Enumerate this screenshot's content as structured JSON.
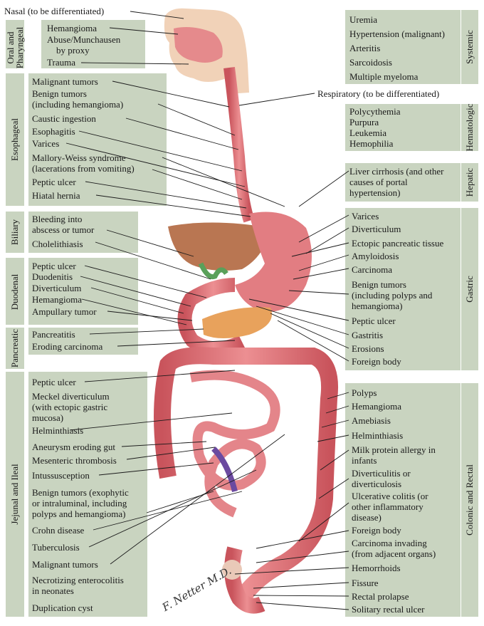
{
  "colors": {
    "panel": "#c9d4c0",
    "gut": "#e0747a",
    "gut_dark": "#b8454d",
    "liver": "#b97652",
    "text": "#1a1a1a"
  },
  "top_label": "Nasal (to be differentiated)",
  "respiratory_label": "Respiratory (to be differentiated)",
  "groups_left": [
    {
      "heading": "Oral and\nPharyngeal",
      "items": [
        "Hemangioma",
        "Abuse/Munchausen\n    by proxy",
        "Trauma"
      ]
    },
    {
      "heading": "Esophageal",
      "items": [
        "Malignant tumors",
        "Benign tumors\n(including hemangioma)",
        "Caustic ingestion",
        "Esophagitis",
        "Varices",
        "Mallory-Weiss syndrome\n(lacerations from vomiting)",
        "Peptic ulcer",
        "Hiatal hernia"
      ]
    },
    {
      "heading": "Biliary",
      "items": [
        "Bleeding into\nabscess or tumor",
        "Cholelithiasis"
      ]
    },
    {
      "heading": "Duodenal",
      "items": [
        "Peptic ulcer",
        "Duodenitis",
        "Diverticulum",
        "Hemangioma",
        "Ampullary tumor"
      ]
    },
    {
      "heading": "Pancreatic",
      "items": [
        "Pancreatitis",
        "Eroding carcinoma"
      ]
    },
    {
      "heading": "Jejunal and Ileal",
      "items": [
        "Peptic ulcer",
        "Meckel diverticulum\n(with ectopic gastric\nmucosa)",
        "Helminthiasis",
        "Aneurysm eroding gut",
        "Mesenteric thrombosis",
        "Intussusception",
        "Benign tumors (exophytic\nor intraluminal, including\npolyps and hemangioma)",
        "Crohn disease",
        "Tuberculosis",
        "Malignant tumors",
        "Necrotizing enterocolitis\nin neonates",
        "Duplication cyst"
      ]
    }
  ],
  "groups_right": [
    {
      "heading": "Systemic",
      "items": [
        "Uremia",
        "Hypertension (malignant)",
        "Arteritis",
        "Sarcoidosis",
        "Multiple myeloma"
      ]
    },
    {
      "heading": "Hematologic",
      "items": [
        "Polycythemia",
        "Purpura",
        "Leukemia",
        "Hemophilia"
      ]
    },
    {
      "heading": "Hepatic",
      "items": [
        "Liver cirrhosis (and other\ncauses of portal\nhypertension)"
      ]
    },
    {
      "heading": "Gastric",
      "items": [
        "Varices",
        "Diverticulum",
        "Ectopic pancreatic tissue",
        "Amyloidosis",
        "Carcinoma",
        "Benign tumors\n(including polyps and\nhemangioma)",
        "Peptic ulcer",
        "Gastritis",
        "Erosions",
        "Foreign body"
      ]
    },
    {
      "heading": "Colonic and Rectal",
      "items": [
        "Polyps",
        "Hemangioma",
        "Amebiasis",
        "Helminthiasis",
        "Milk protein allergy in\ninfants",
        "Diverticulitis or\ndiverticulosis",
        "Ulcerative colitis (or\nother inflammatory\ndisease)",
        "Foreign body",
        "Carcinoma invading\n(from adjacent organs)",
        "Hemorrhoids",
        "Fissure",
        "Rectal prolapse",
        "Solitary rectal ulcer"
      ]
    }
  ],
  "signature": "F. Netter M.D."
}
